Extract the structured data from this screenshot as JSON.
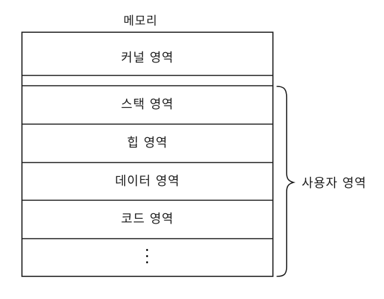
{
  "title": "메모리",
  "regions": [
    {
      "label": "커널 영역"
    },
    {
      "label": ""
    },
    {
      "label": "스택 영역"
    },
    {
      "label": "힙 영역"
    },
    {
      "label": "데이터 영역"
    },
    {
      "label": "코드 영역"
    },
    {
      "label": "⋮"
    }
  ],
  "brace_label": "사용자 영역"
}
